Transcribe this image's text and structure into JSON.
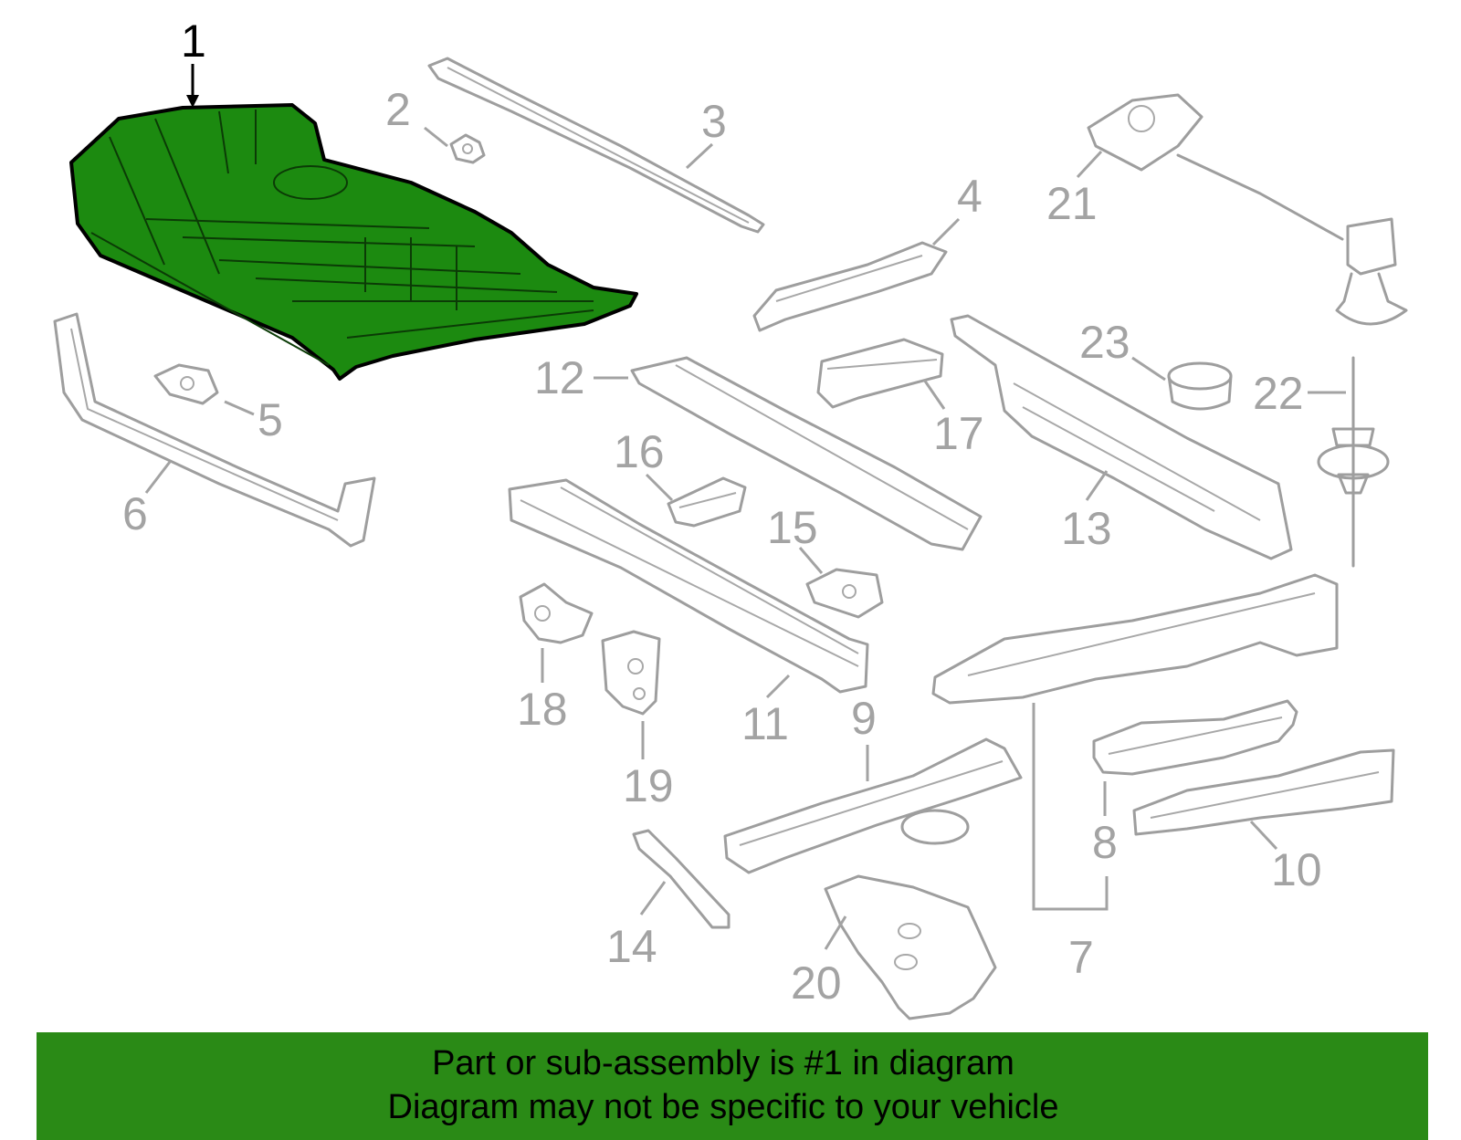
{
  "callouts": {
    "c1": "1",
    "c2": "2",
    "c3": "3",
    "c4": "4",
    "c5": "5",
    "c6": "6",
    "c7": "7",
    "c8": "8",
    "c9": "9",
    "c10": "10",
    "c11": "11",
    "c12": "12",
    "c13": "13",
    "c14": "14",
    "c15": "15",
    "c16": "16",
    "c17": "17",
    "c18": "18",
    "c19": "19",
    "c20": "20",
    "c21": "21",
    "c22": "22",
    "c23": "23"
  },
  "highlight": {
    "part_number": "1",
    "color": "#1f8a12"
  },
  "banner": {
    "line1": "Part or sub-assembly is #1 in diagram",
    "line2": "Diagram may not be specific to your vehicle",
    "color": "#2a8a16"
  }
}
